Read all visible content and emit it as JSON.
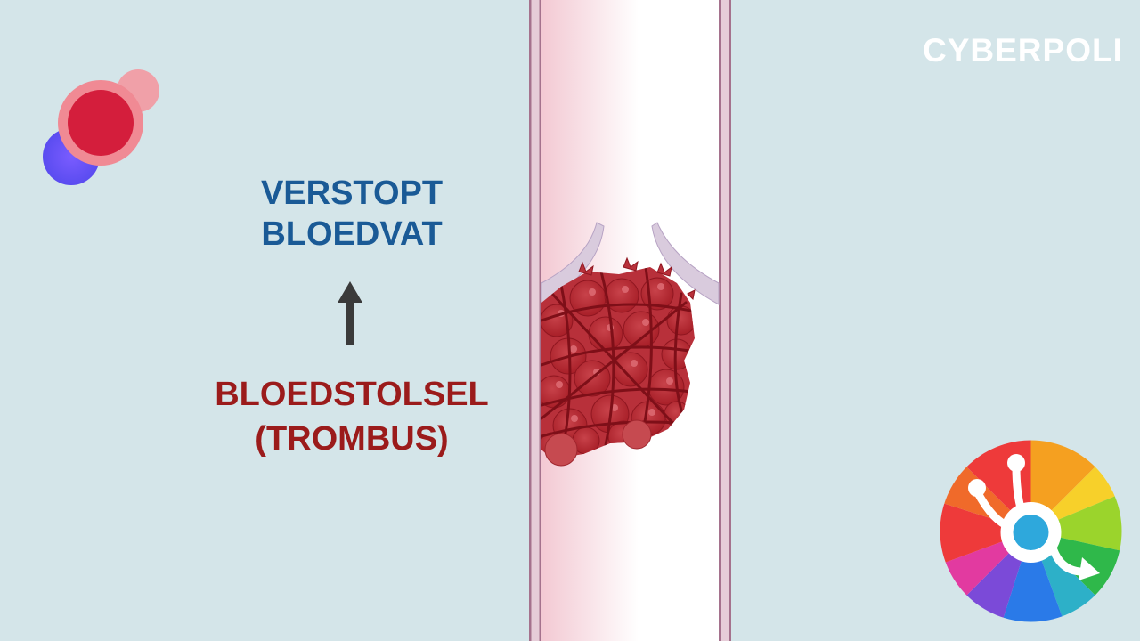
{
  "labels": {
    "top_line1": "VERSTOPT",
    "top_line2": "BLOEDVAT",
    "bottom_line1": "BLOEDSTOLSEL",
    "bottom_line2": "(TROMBUS)"
  },
  "brand": {
    "name": "CYBERPOLI"
  },
  "colors": {
    "background": "#d4e5e9",
    "top_label": "#1a5a96",
    "bottom_label": "#9b1b1b",
    "arrow": "#3a3a3a",
    "clot": "#b5262e",
    "vessel_wall": "#b3859d",
    "brand": "#ffffff"
  },
  "icons": {
    "logo_cells": "blood-cells-logo-icon",
    "arrow": "arrow-up-icon",
    "brand_badge": "cyberpoli-wheel-icon"
  }
}
